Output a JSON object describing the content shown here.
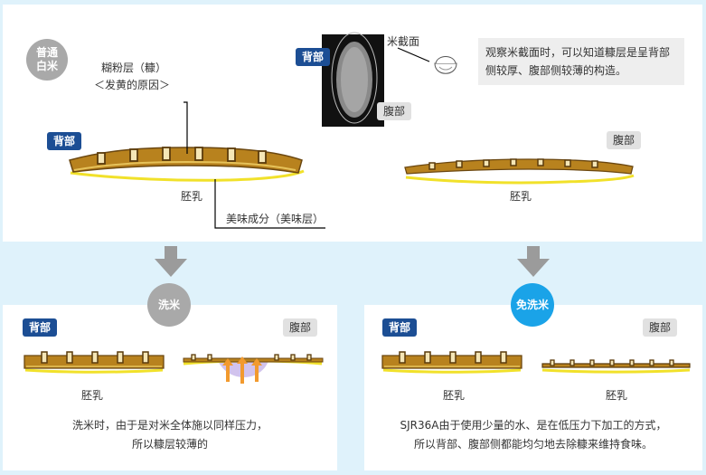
{
  "top": {
    "circle_label": "普通\n白米",
    "bran_label_1": "糊粉层（糠）",
    "bran_label_2": "＜发黄的原因＞",
    "back_tag": "背部",
    "embryo_label": "胚乳",
    "flavor_label": "美味成分（美味层）",
    "photo_back_tag": "背部",
    "photo_belly_tag": "腹部",
    "cross_section_label": "米截面",
    "note": "观察米截面时，可以知道糠层是呈背部侧较厚、腹部侧较薄的构造。",
    "belly_tag": "腹部",
    "belly_embryo_label": "胚乳"
  },
  "left_panel": {
    "circle_label": "洗米",
    "back_tag": "背部",
    "belly_tag": "腹部",
    "embryo_label": "胚乳",
    "caption_1": "洗米时，由于是对米全体施以同样压力，",
    "caption_2": "所以糠层较薄的"
  },
  "right_panel": {
    "circle_label": "免洗米",
    "back_tag": "背部",
    "belly_tag": "腹部",
    "embryo_label_1": "胚乳",
    "embryo_label_2": "胚乳",
    "caption_1": "SJR36A由于使用少量的水、是在低压力下加工的方式，",
    "caption_2": "所以背部、腹部侧都能均匀地去除糠来维持食味。"
  },
  "colors": {
    "navy_tag": "#1c4e94",
    "bran_brown": "#b8821e",
    "flavor_yellow": "#f1e12a",
    "gray_circle": "#a9a9a9",
    "blue_circle": "#1aa3e8",
    "arrow_gray": "#9b9b9b",
    "pressure_orange": "#f29a2e",
    "pressure_purple": "#c9b8ea"
  }
}
